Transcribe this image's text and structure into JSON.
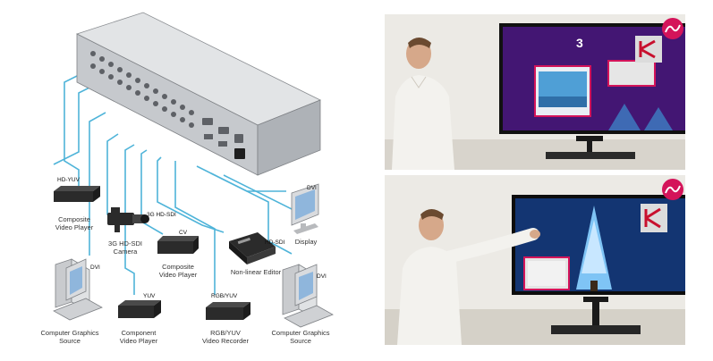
{
  "colors": {
    "cable": "#4fb4d9",
    "device_dark": "#2b2b2b",
    "chassis": "#cfd1d4",
    "monitor_screen": "#8fb6dc",
    "kramer_red": "#c8102e"
  },
  "diagram": {
    "labels": {
      "composite_player": "Composite\nVideo Player",
      "camera": "3G HD-SDI\nCamera",
      "composite_player_2": "Composite\nVideo Player",
      "nonlinear_editor": "Non-linear Editor",
      "display": "Display",
      "cg_source_left": "Computer Graphics\nSource",
      "component_player": "Component\nVideo Player",
      "rgb_recorder": "RGB/YUV\nVideo Recorder",
      "cg_source_right": "Computer Graphics\nSource"
    },
    "tags": {
      "hd_yuv": "HD-YUV",
      "sdi_3g": "3G HD-SDI",
      "cv": "CV",
      "hd_sdi": "HD-SDI",
      "dvi_display": "DVI",
      "dvi_left": "DVI",
      "yuv": "YUV",
      "rgb_yuv": "RGB/YUV",
      "dvi_right": "DVI"
    }
  },
  "photos": {
    "top": {
      "screen_number": "3"
    },
    "bottom": {}
  }
}
